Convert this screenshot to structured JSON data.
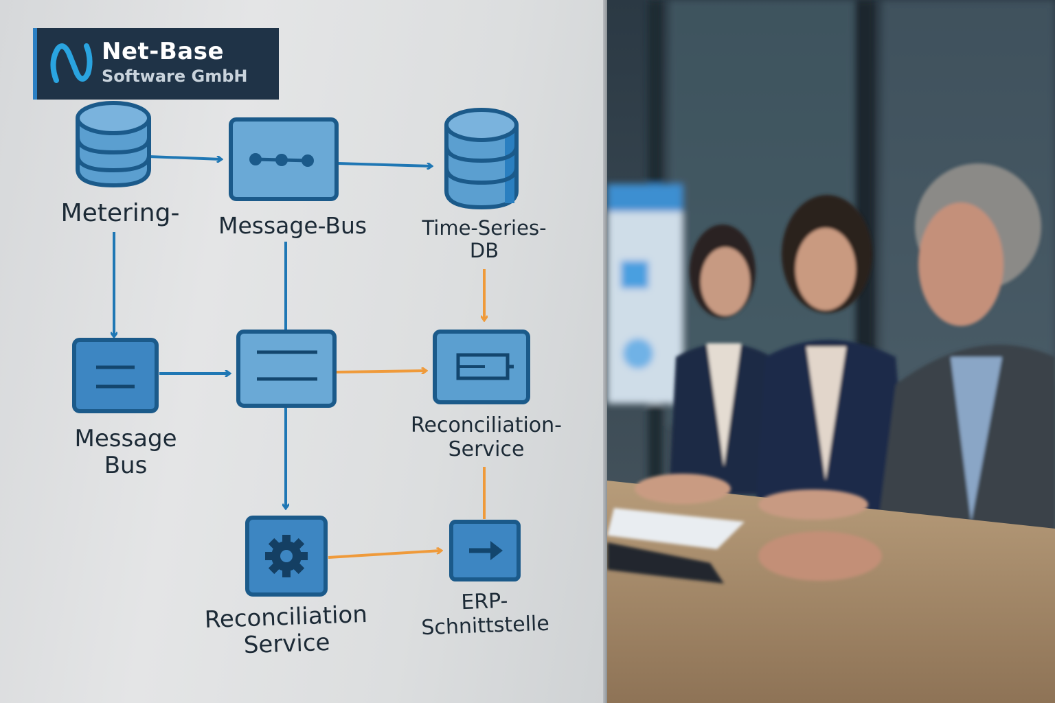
{
  "logo": {
    "name": "Net-Base",
    "subtitle": "Software GmbH"
  },
  "diagram": {
    "nodes": [
      {
        "id": "metering",
        "label": "Metering-",
        "icon": "database-icon"
      },
      {
        "id": "message-bus-top",
        "label": "Message-Bus",
        "icon": "message-bus-icon"
      },
      {
        "id": "time-series-db",
        "label": "Time-Series-\nDB",
        "icon": "database-icon"
      },
      {
        "id": "message-bus",
        "label": "Message\nBus",
        "icon": "queue-icon"
      },
      {
        "id": "processor",
        "label": "",
        "icon": "queue-icon"
      },
      {
        "id": "reconciliation-top",
        "label": "Reconciliation-\nService",
        "icon": "battery-icon"
      },
      {
        "id": "reconciliation",
        "label": "Reconciliation\nService",
        "icon": "gear-icon"
      },
      {
        "id": "erp",
        "label": "ERP-\nSchnittstelle",
        "icon": "arrow-right-icon"
      }
    ],
    "colors": {
      "blue": "#1f77b4",
      "orange": "#ef9a3a",
      "node_fill": "#5b9fd0",
      "node_border": "#1b5a8a"
    }
  }
}
